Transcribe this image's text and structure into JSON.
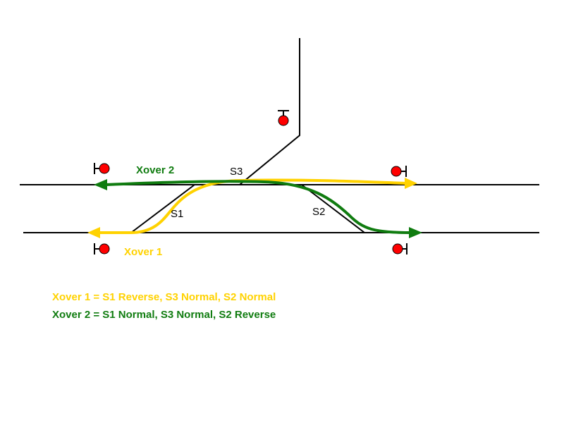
{
  "colors": {
    "track": "#000000",
    "xover1": "#ffd200",
    "xover2": "#107c10",
    "signal_lamp": "#ff0000"
  },
  "switches": {
    "s1": "S1",
    "s2": "S2",
    "s3": "S3"
  },
  "routes": {
    "xover1": {
      "label": "Xover 1",
      "legend": "Xover 1 = S1 Reverse, S3 Normal, S2 Normal"
    },
    "xover2": {
      "label": "Xover 2",
      "legend": "Xover 2 = S1 Normal, S3 Normal, S2 Reverse"
    }
  },
  "icons": {
    "signal": "signal-icon",
    "arrow": "arrow-icon"
  }
}
